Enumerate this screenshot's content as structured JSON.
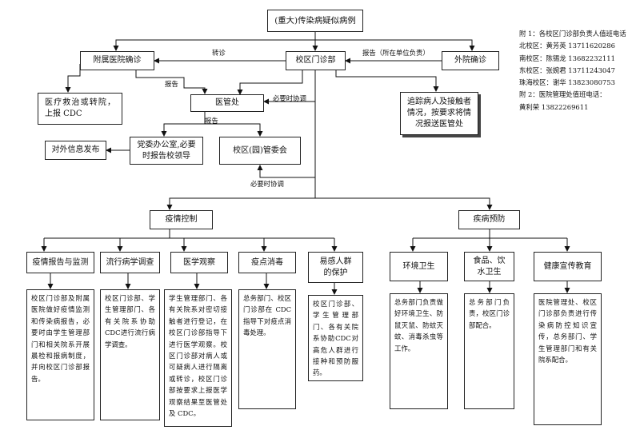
{
  "title": "(重大)传染病疑似病例",
  "nodes": {
    "campus_clinic": "校区门诊部",
    "affiliated_hospital": "附属医院确诊",
    "outside_hospital": "外院确诊",
    "treatment": "医疗救治或转院，上报 CDC",
    "medical_office": "医管处",
    "trace_contacts": "追踪病人及接触者情况，按要求将情况报送医管处",
    "party_office": "党委办公室,必要时报告校领导",
    "campus_committee": "校区(园)管委会",
    "external_release": "对外信息发布",
    "epidemic_control": "疫情控制",
    "disease_prevention": "疾病预防"
  },
  "edge_labels": {
    "transfer": "转诊",
    "report_unit": "报告（所在单位负责）",
    "report_1": "报告",
    "coordinate_1": "必要时协调",
    "report_2": "报告",
    "coordinate_2": "必要时协调"
  },
  "control_tasks": [
    {
      "label": "疫情报告与监测",
      "detail": "校区门诊部及附属医院做好疫情监测和传染病报告，必要时由学生管理部门和相关院系开展晨检和报病制度，并向校区门诊部报告。"
    },
    {
      "label": "流行病学调查",
      "detail": "校区门诊部、学生管理部门、各有关院系协助CDC进行流行病学调查。"
    },
    {
      "label": "医学观察",
      "detail": "学生管理部门、各有关院系对密切接触者进行登记，在校区门诊部指导下进行医学观察。校区门诊部对病人或可疑病人进行隔离或转诊，校区门诊部按要求上报医学观察结果至医管处及 CDC。"
    },
    {
      "label": "疫点消毒",
      "detail": "总务部门、校区门诊部在 CDC 指导下对疫点消毒处理。"
    },
    {
      "label": "易感人群的保护",
      "detail": "校区门诊部、学生管理部门、各有关院系协助CDC对高危人群进行接种和预防服药。"
    }
  ],
  "prevention_tasks": [
    {
      "label": "环境卫生",
      "detail": "总务部门负责做好环境卫生、防鼠灭鼠、防蚊灭蚊、消毒杀虫等工作。"
    },
    {
      "label": "食品、饮水卫生",
      "detail": "总务部门负责，校区门诊部配合。"
    },
    {
      "label": "健康宣传教育",
      "detail": "医院管理处、校区门诊部负责进行传染病防控知识宣传，总务部门、学生管理部门和有关院系配合。"
    }
  ],
  "notes": [
    "附 1：各校区门诊部负责人值班电话",
    "北校区：黄芳英  13711620286",
    "南校区：陈锡龙 13682232111",
    "东校区：张婉君 13711243047",
    "珠海校区：谢华  13823080753",
    "附 2：医院管理处值班电话：",
    "黄利荣   13822269611"
  ]
}
